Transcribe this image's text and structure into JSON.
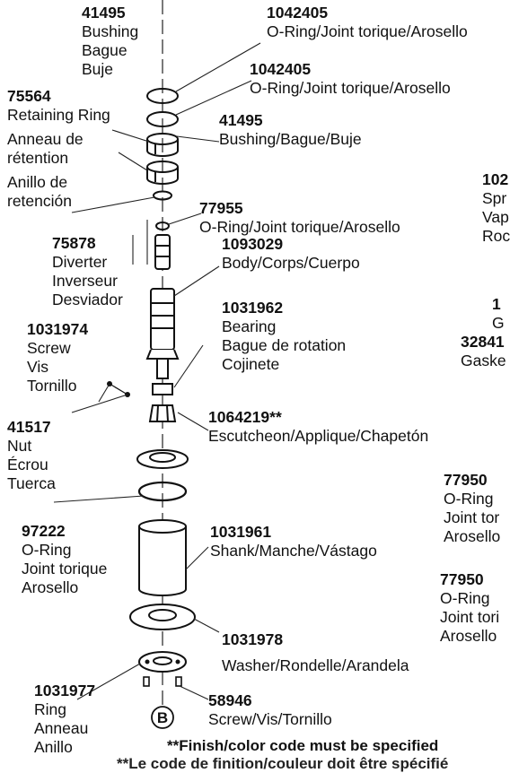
{
  "parts": {
    "bushing_top": {
      "pn": "41495",
      "lines": [
        "Bushing",
        "Bague",
        "Buje"
      ]
    },
    "oring_1": {
      "pn": "1042405",
      "lines": [
        "O-Ring/Joint torique/Arosello"
      ]
    },
    "oring_2": {
      "pn": "1042405",
      "lines": [
        "O-Ring/Joint torique/Arosello"
      ]
    },
    "retaining_ring": {
      "pn": "75564",
      "lines": [
        "Retaining Ring",
        "Anneau de",
        "rétention",
        "Anillo de",
        "retención"
      ]
    },
    "bushing_2": {
      "pn": "41495",
      "lines": [
        "Bushing/Bague/Buje"
      ]
    },
    "oring_3": {
      "pn": "77955",
      "lines": [
        "O-Ring/Joint torique/Arosello"
      ]
    },
    "diverter": {
      "pn": "75878",
      "lines": [
        "Diverter",
        "Inverseur",
        "Desviador"
      ]
    },
    "body": {
      "pn": "1093029",
      "lines": [
        "Body/Corps/Cuerpo"
      ]
    },
    "screw_1": {
      "pn": "1031974",
      "lines": [
        "Screw",
        "Vis",
        "Tornillo"
      ]
    },
    "bearing": {
      "pn": "1031962",
      "lines": [
        "Bearing",
        "Bague de rotation",
        "Cojinete"
      ]
    },
    "nut": {
      "pn": "41517",
      "lines": [
        "Nut",
        "Écrou",
        "Tuerca"
      ]
    },
    "escutcheon": {
      "pn": "1064219**",
      "lines": [
        "Escutcheon/Applique/Chapetón"
      ]
    },
    "oring_4": {
      "pn": "97222",
      "lines": [
        "O-Ring",
        "Joint torique",
        "Arosello"
      ]
    },
    "shank": {
      "pn": "1031961",
      "lines": [
        "Shank/Manche/Vástago"
      ]
    },
    "washer": {
      "pn": "1031978",
      "lines": [
        "Washer/Rondelle/Arandela"
      ]
    },
    "ring": {
      "pn": "1031977",
      "lines": [
        "Ring",
        "Anneau",
        "Anillo"
      ]
    },
    "screw_2": {
      "pn": "58946",
      "lines": [
        "Screw/Vis/Tornillo"
      ]
    },
    "side_1": {
      "pn": "102",
      "lines": [
        "Spr",
        "Vap",
        "Roc"
      ]
    },
    "side_2": {
      "pn": "1",
      "lines": [
        "G"
      ]
    },
    "side_3": {
      "pn": "32841",
      "lines": [
        "Gaske"
      ]
    },
    "side_4": {
      "pn": "77950",
      "lines": [
        "O-Ring",
        "Joint tor",
        "Arosello"
      ]
    },
    "side_5": {
      "pn": "77950",
      "lines": [
        "O-Ring",
        "Joint tori",
        "Arosello"
      ]
    }
  },
  "marker": "B",
  "footnote": "**Finish/color code must be specified",
  "footnote_2": "**Le code de finition/couleur doit être spécifié"
}
